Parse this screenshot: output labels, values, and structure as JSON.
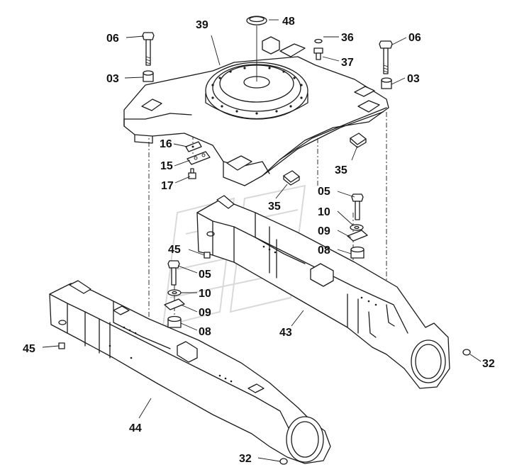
{
  "callouts": {
    "c06_left": "06",
    "c03_left": "03",
    "c39": "39",
    "c48": "48",
    "c36": "36",
    "c37": "37",
    "c06_right": "06",
    "c03_right": "03",
    "c16": "16",
    "c15": "15",
    "c17": "17",
    "c35_right": "35",
    "c35_mid": "35",
    "c05_right": "05",
    "c10_right": "10",
    "c09_right": "09",
    "c08_right": "08",
    "c45_upper": "45",
    "c05_left": "05",
    "c10_left": "10",
    "c09_left": "09",
    "c08_left": "08",
    "c43": "43",
    "c45_lower": "45",
    "c32_right": "32",
    "c44": "44",
    "c32_lower": "32"
  }
}
